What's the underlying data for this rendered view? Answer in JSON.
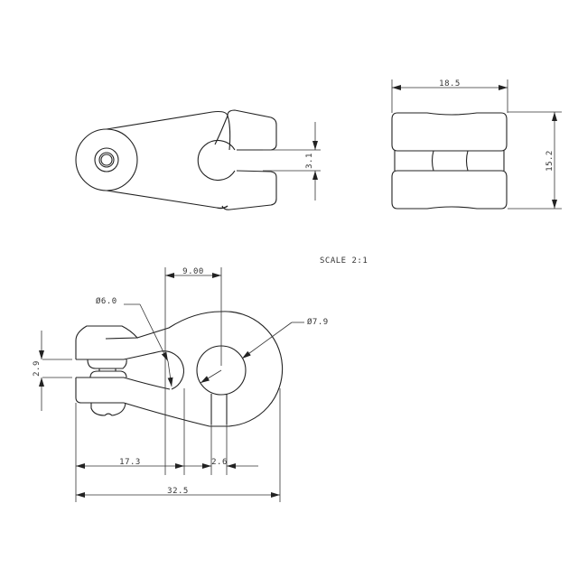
{
  "drawing": {
    "scale_label": "SCALE  2:1",
    "colors": {
      "line": "#222222",
      "background": "#ffffff"
    }
  },
  "top_view": {
    "dims": {
      "slot_width": "3.1"
    }
  },
  "side_view": {
    "dims": {
      "width": "18.5",
      "height": "15.2"
    }
  },
  "front_view": {
    "dims": {
      "hole_spacing": "9.00",
      "small_hole_diameter": "Ø6.0",
      "large_hole_diameter": "Ø7.9",
      "gap_height": "2.9",
      "to_small_hole": "17.3",
      "slot_width": "2.6",
      "overall_length": "32.5"
    }
  }
}
